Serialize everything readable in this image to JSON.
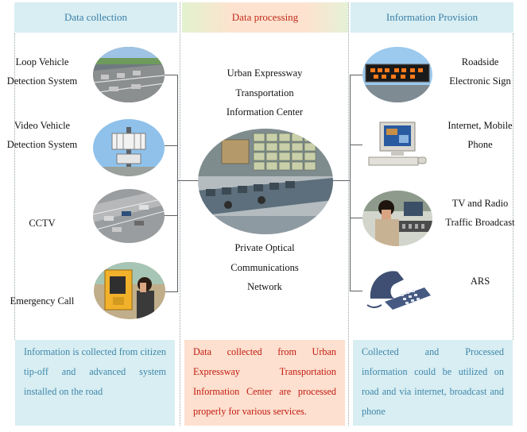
{
  "headers": {
    "collection": "Data collection",
    "processing": "Data processing",
    "provision": "Information Provision"
  },
  "collection": {
    "loop": [
      "Loop Vehicle",
      "Detection System"
    ],
    "video": [
      "Video Vehicle",
      "Detection System"
    ],
    "cctv": "CCTV",
    "emergency": "Emergency Call"
  },
  "center": {
    "top": [
      "Urban Expressway",
      "Transportation",
      "Information Center"
    ],
    "bottom": [
      "Private Optical",
      "Communications",
      "Network"
    ]
  },
  "provision": {
    "sign": [
      "Roadside",
      "Electronic Sign"
    ],
    "internet": [
      "Internet, Mobile",
      "Phone"
    ],
    "tv": [
      "TV and Radio",
      "Traffic Broadcast"
    ],
    "ars": "ARS"
  },
  "footers": {
    "collection": "Information is collected from citizen tip-off and advanced system installed on the road",
    "processing": "Data collected from Urban Expressway Transportation Information Center are processed properly for various services.",
    "provision": "Collected and Processed information could be utilized on road and via internet, broadcast and phone"
  },
  "colors": {
    "header_blue": "#d8eef2",
    "header_peach": "#fde3cf",
    "text_blue": "#3a7ea8",
    "text_red": "#c42a1a"
  }
}
